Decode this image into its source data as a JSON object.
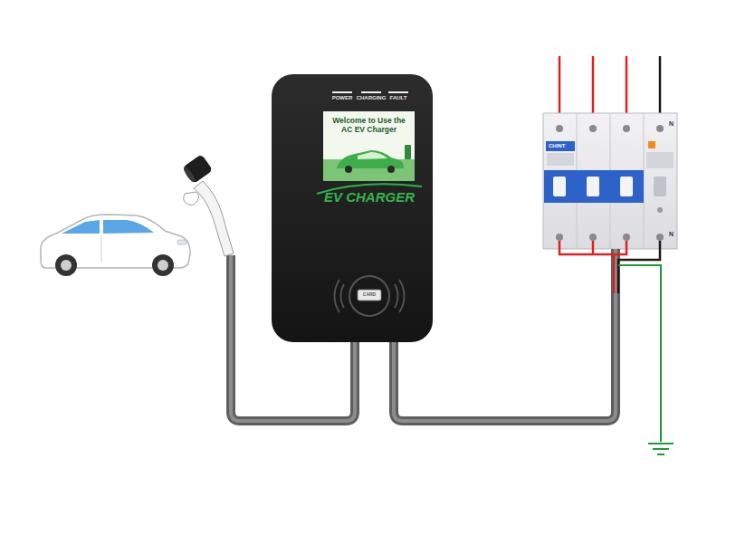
{
  "diagram": {
    "nodes": [
      {
        "text": [
          "POWER",
          "CHARGING",
          "FAULT",
          "EV CHARGER",
          "CARD"
        ]
      },
      {
        "text": [
          "Welcome to Use the AC EV Charger"
        ],
        "in": 0
      },
      {
        "text": [
          "CHINT",
          "N",
          "N"
        ]
      }
    ],
    "edges": [
      {
        "from": 0,
        "to": 2,
        "arrow": "none"
      }
    ]
  }
}
